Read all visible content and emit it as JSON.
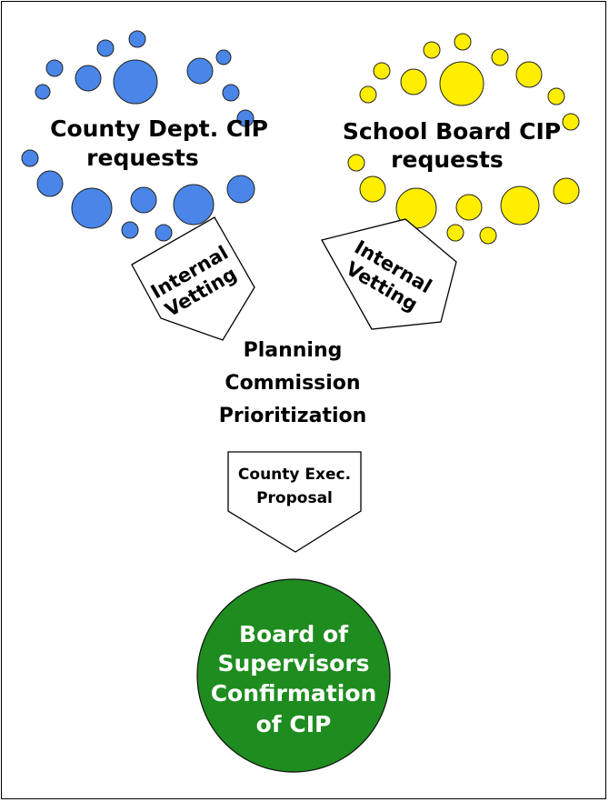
{
  "colors": {
    "county_bubbles": "#4a86e8",
    "school_bubbles": "#ffee00",
    "board_circle": "#1e8c1e",
    "board_text": "#ffffff"
  },
  "county": {
    "label_lines": [
      "County Dept. CIP",
      "requests"
    ]
  },
  "school": {
    "label_lines": [
      "School Board CIP",
      "requests"
    ]
  },
  "vetting_left": {
    "label_lines": [
      "Internal",
      "Vetting"
    ]
  },
  "vetting_right": {
    "label_lines": [
      "Internal",
      "Vetting"
    ]
  },
  "planning": {
    "label_lines": [
      "Planning",
      "Commission",
      "Prioritization"
    ]
  },
  "exec": {
    "label_lines": [
      "County Exec.",
      "Proposal"
    ]
  },
  "board": {
    "label_lines": [
      "Board of",
      "Supervisors",
      "Confirmation",
      "of CIP"
    ]
  }
}
